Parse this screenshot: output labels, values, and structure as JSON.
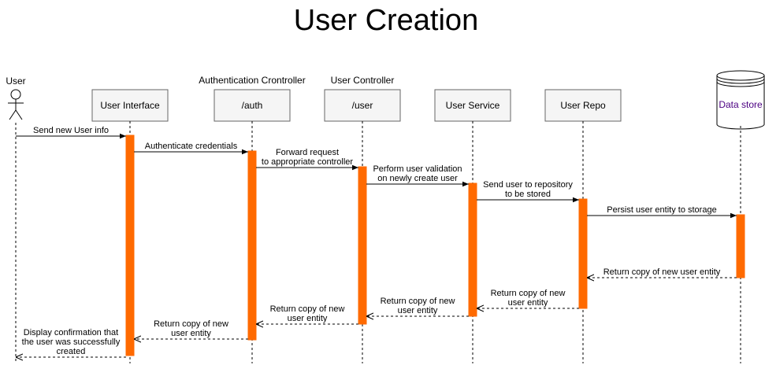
{
  "title": "User Creation",
  "actor": {
    "label": "User"
  },
  "participants": [
    {
      "id": "ui",
      "label": "User Interface",
      "group": ""
    },
    {
      "id": "auth",
      "label": "/auth",
      "group": "Authentication Crontroller"
    },
    {
      "id": "user",
      "label": "/user",
      "group": "User Controller"
    },
    {
      "id": "svc",
      "label": "User Service",
      "group": ""
    },
    {
      "id": "repo",
      "label": "User Repo",
      "group": ""
    },
    {
      "id": "store",
      "label": "Data store",
      "group": ""
    }
  ],
  "messages": [
    {
      "name": "msg-send-user-info",
      "from": "actor",
      "to": "ui",
      "kind": "call",
      "lines": [
        "Send new User info"
      ]
    },
    {
      "name": "msg-authenticate",
      "from": "ui",
      "to": "auth",
      "kind": "call",
      "lines": [
        "Authenticate credentials"
      ]
    },
    {
      "name": "msg-forward-request",
      "from": "auth",
      "to": "user",
      "kind": "call",
      "lines": [
        "Forward request",
        "to appropriate controller"
      ]
    },
    {
      "name": "msg-validate-user",
      "from": "user",
      "to": "svc",
      "kind": "call",
      "lines": [
        "Perform user validation",
        "on newly create user"
      ]
    },
    {
      "name": "msg-send-to-repo",
      "from": "svc",
      "to": "repo",
      "kind": "call",
      "lines": [
        "Send user to repository",
        "to be stored"
      ]
    },
    {
      "name": "msg-persist-entity",
      "from": "repo",
      "to": "store",
      "kind": "call",
      "lines": [
        "Persist user entity to storage"
      ]
    },
    {
      "name": "ret-store-to-repo",
      "from": "store",
      "to": "repo",
      "kind": "return",
      "lines": [
        "Return copy of new user entity"
      ]
    },
    {
      "name": "ret-repo-to-service",
      "from": "repo",
      "to": "svc",
      "kind": "return",
      "lines": [
        "Return copy of new",
        "user entity"
      ]
    },
    {
      "name": "ret-service-to-user",
      "from": "svc",
      "to": "user",
      "kind": "return",
      "lines": [
        "Return copy of new",
        "user entity"
      ]
    },
    {
      "name": "ret-user-to-auth",
      "from": "user",
      "to": "auth",
      "kind": "return",
      "lines": [
        "Return copy of new",
        "user entity"
      ]
    },
    {
      "name": "ret-auth-to-ui",
      "from": "auth",
      "to": "ui",
      "kind": "return",
      "lines": [
        "Return copy of new",
        "user entity"
      ]
    },
    {
      "name": "ret-ui-to-actor",
      "from": "ui",
      "to": "actor",
      "kind": "return",
      "lines": [
        "Display confirmation that",
        "the user was successfully",
        "created"
      ]
    }
  ],
  "colors": {
    "activation": "#ff6a00",
    "store_label": "#4b0082"
  }
}
